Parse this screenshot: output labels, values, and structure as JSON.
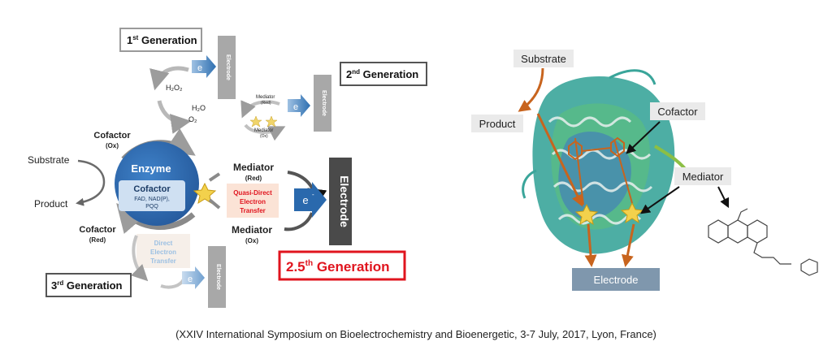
{
  "left": {
    "first_generation": {
      "label": "1",
      "sup": "st",
      "rest": " Generation"
    },
    "second_generation": {
      "label": "2",
      "sup": "nd",
      "rest": " Generation"
    },
    "third_generation": {
      "label": "3",
      "sup": "rd",
      "rest": " Generation"
    },
    "two_point_five_generation": {
      "label": "2.5",
      "sup": "th",
      "rest": " Generation"
    },
    "electrode_small": "Electrode",
    "electrode_large": "Electrode",
    "electron": "e",
    "electron_sup": "-",
    "h2o2": "H₂O₂",
    "h2o": "H₂O",
    "o2": "O₂",
    "mediator_red_small": "Mediator",
    "mediator_red_small_sub": "(Red)",
    "mediator_ox_small": "Mediator",
    "mediator_ox_small_sub": "(Ox)",
    "cofactor_ox": "Cofactor",
    "cofactor_ox_sub": "(Ox)",
    "cofactor_red": "Cofactor",
    "cofactor_red_sub": "(Red)",
    "substrate": "Substrate",
    "product": "Product",
    "enzyme": "Enzyme",
    "cofactor_inner": "Cofactor",
    "cofactor_inner_detail_1": "FAD, NAD(P),",
    "cofactor_inner_detail_2": "PQQ",
    "mediator_red": "Mediator",
    "mediator_red_sub": "(Red)",
    "mediator_ox": "Mediator",
    "mediator_ox_sub": "(Ox)",
    "quasi_direct_1": "Quasi-Direct",
    "quasi_direct_2": "Electron",
    "quasi_direct_3": "Transfer",
    "direct_1": "Direct",
    "direct_2": "Electron",
    "direct_3": "Transfer"
  },
  "right": {
    "substrate": "Substrate",
    "product": "Product",
    "cofactor": "Cofactor",
    "mediator": "Mediator",
    "electrode": "Electrode"
  },
  "caption": "(XXIV International Symposium on Bioelectrochemistry and Bioenergetic, 3-7 July, 2017, Lyon, France)",
  "colors": {
    "enzyme_blue": "#2f6db3",
    "cofactor_box": "#cfe0f2",
    "electrode_dark": "#4a4a4a",
    "electrode_gray": "#9a9a9a",
    "generation_red": "#e0141e",
    "arrow_orange": "#c8641e",
    "electrode_slate": "#7f97ad",
    "label_box": "#eaeaea"
  }
}
